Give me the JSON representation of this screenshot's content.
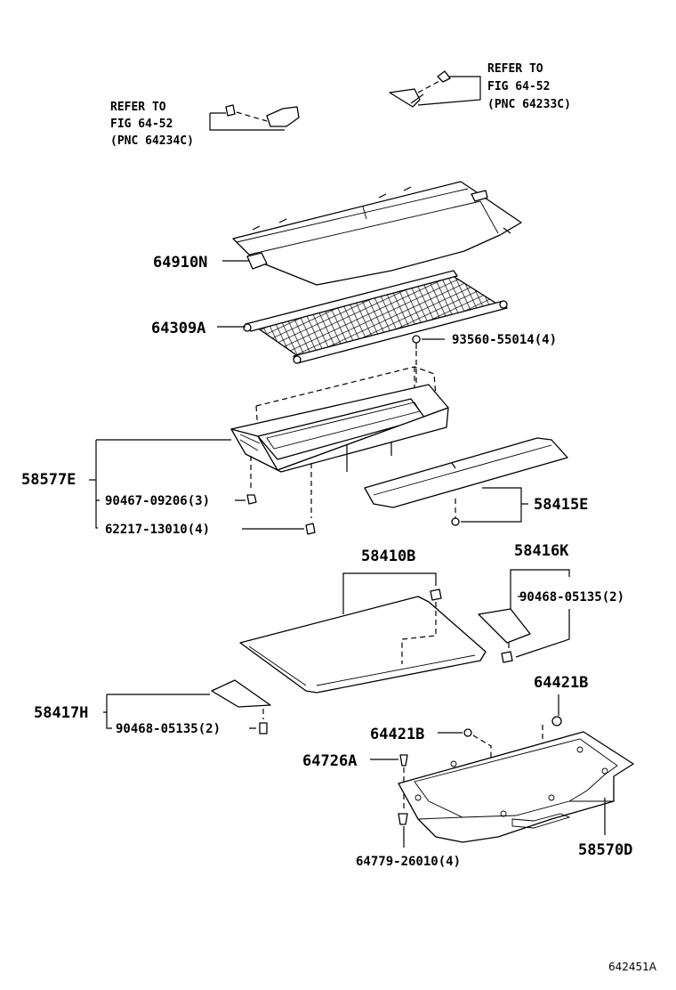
{
  "ref_top_right": {
    "line1": "REFER TO",
    "line2": "FIG 64-52",
    "line3": "(PNC 64233C)"
  },
  "ref_top_left": {
    "line1": "REFER TO",
    "line2": "FIG 64-52",
    "line3": "(PNC 64234C)"
  },
  "labels": {
    "p64910N": "64910N",
    "p64309A": "64309A",
    "p93560": "93560-55014(4)",
    "p58577E": "58577E",
    "p90467": "90467-09206(3)",
    "p62217": "62217-13010(4)",
    "p58415E": "58415E",
    "p58410B": "58410B",
    "p58416K": "58416K",
    "p90468a": "90468-05135(2)",
    "p64421Ba": "64421B",
    "p58417H": "58417H",
    "p90468b": "90468-05135(2)",
    "p64421Bb": "64421B",
    "p64726A": "64726A",
    "p64779": "64779-26010(4)",
    "p58570D": "58570D"
  },
  "drawing_code": "642451A"
}
